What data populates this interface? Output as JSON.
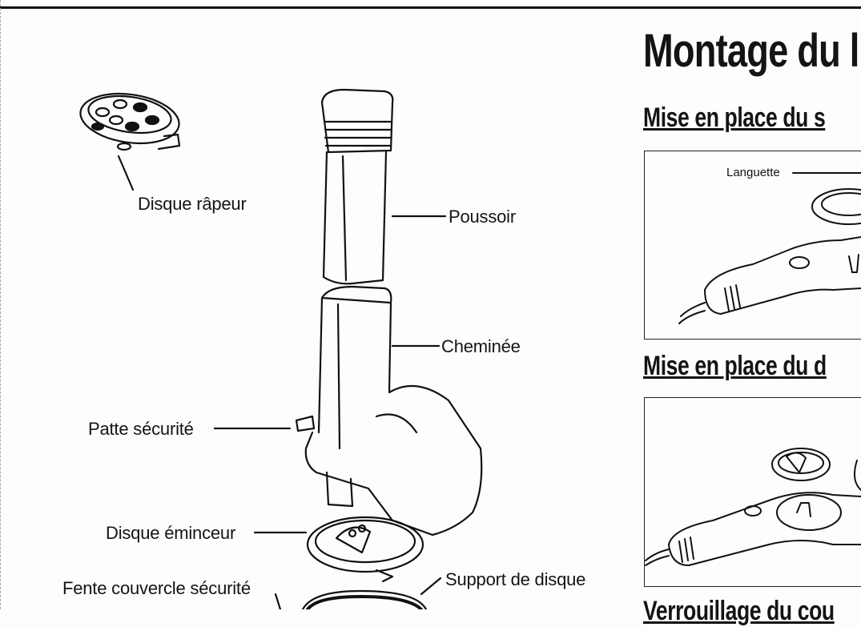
{
  "labels": {
    "disque_rapeur": "Disque râpeur",
    "poussoir": "Poussoir",
    "cheminee": "Cheminée",
    "patte_securite": "Patte sécurité",
    "disque_eminceur": "Disque éminceur",
    "fente_couvercle": "Fente couvercle sécurité",
    "support_disque": "Support de disque"
  },
  "right_column": {
    "title": "Montage du l",
    "section1_heading": "Mise en place du s",
    "section1_label": "Languette",
    "section2_heading": "Mise en place du d",
    "section3_heading": "Verrouillage du cou"
  }
}
